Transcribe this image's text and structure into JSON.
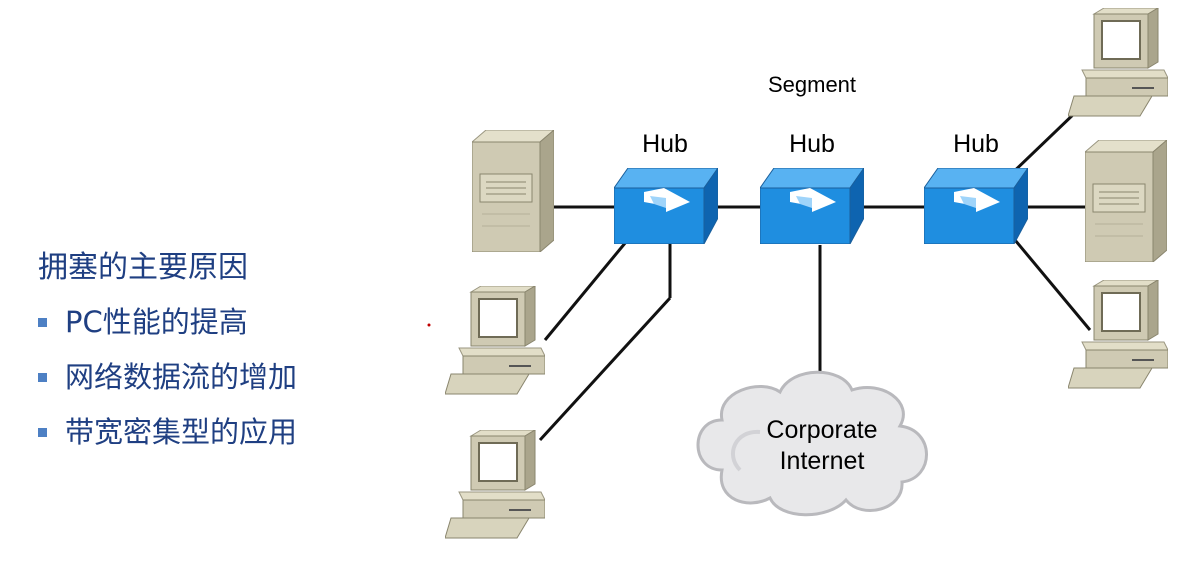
{
  "reasons": {
    "title": "拥塞的主要原因",
    "items": [
      "PC性能的提高",
      "网络数据流的增加",
      "带宽密集型的应用"
    ]
  },
  "network": {
    "segment_label": "Segment",
    "hubs": [
      "Hub",
      "Hub",
      "Hub"
    ],
    "cloud_lines": [
      "Corporate",
      "Internet"
    ]
  },
  "colors": {
    "text_blue": "#1f3f82",
    "bullet_blue": "#4d80c4",
    "hub_blue": "#1f8ee0"
  }
}
